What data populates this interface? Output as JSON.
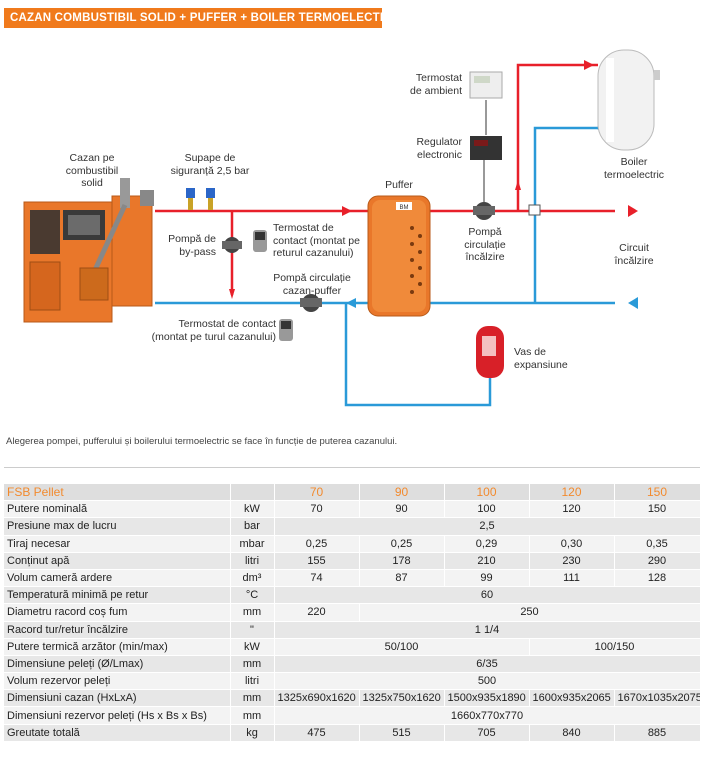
{
  "banner": "CAZAN COMBUSTIBIL SOLID + PUFFER + BOILER TERMOELECTRIC",
  "labels": {
    "cazan": "Cazan pe\ncombustibil\nsolid",
    "supape": "Supape de\nsiguranță 2,5 bar",
    "pompa_bypass": "Pompă de\nby-pass",
    "termostat_retur": "Termostat de\ncontact (montat pe\nreturul cazanului)",
    "pompa_puffer": "Pompă circulație\ncazan-puffer",
    "termostat_tur": "Termostat de contact\n(montat pe turul cazanului)",
    "puffer": "Puffer",
    "termostat_ambient": "Termostat\nde ambient",
    "regulator": "Regulator\nelectronic",
    "pompa_incalzire": "Pompă\ncirculație\nîncălzire",
    "boiler": "Boiler\ntermoelectric",
    "circuit": "Circuit\nîncălzire",
    "vas": "Vas de\nexpansiune",
    "puffer_logo": "BM"
  },
  "note": "Alegerea pompei, pufferului și boilerului termoelectric se face în funcție de puterea cazanului.",
  "colors": {
    "orange": "#f07a1c",
    "red": "#e8202a",
    "blue": "#2a9ad8"
  },
  "table": {
    "header": {
      "name": "FSB Pellet",
      "cols": [
        "70",
        "90",
        "100",
        "120",
        "150"
      ]
    },
    "rows": [
      {
        "name": "Putere nominală",
        "unit": "kW",
        "cells": [
          {
            "v": "70",
            "s": 1
          },
          {
            "v": "90",
            "s": 1
          },
          {
            "v": "100",
            "s": 1
          },
          {
            "v": "120",
            "s": 1
          },
          {
            "v": "150",
            "s": 1
          }
        ]
      },
      {
        "name": "Presiune max de lucru",
        "unit": "bar",
        "cells": [
          {
            "v": "2,5",
            "s": 5
          }
        ]
      },
      {
        "name": "Tiraj necesar",
        "unit": "mbar",
        "cells": [
          {
            "v": "0,25",
            "s": 1
          },
          {
            "v": "0,25",
            "s": 1
          },
          {
            "v": "0,29",
            "s": 1
          },
          {
            "v": "0,30",
            "s": 1
          },
          {
            "v": "0,35",
            "s": 1
          }
        ]
      },
      {
        "name": "Conținut apă",
        "unit": "litri",
        "cells": [
          {
            "v": "155",
            "s": 1
          },
          {
            "v": "178",
            "s": 1
          },
          {
            "v": "210",
            "s": 1
          },
          {
            "v": "230",
            "s": 1
          },
          {
            "v": "290",
            "s": 1
          }
        ]
      },
      {
        "name": "Volum cameră ardere",
        "unit": "dm³",
        "cells": [
          {
            "v": "74",
            "s": 1
          },
          {
            "v": "87",
            "s": 1
          },
          {
            "v": "99",
            "s": 1
          },
          {
            "v": "111",
            "s": 1
          },
          {
            "v": "128",
            "s": 1
          }
        ]
      },
      {
        "name": "Temperatură minimă pe retur",
        "unit": "°C",
        "cells": [
          {
            "v": "60",
            "s": 5
          }
        ]
      },
      {
        "name": "Diametru racord coș fum",
        "unit": "mm",
        "cells": [
          {
            "v": "220",
            "s": 1
          },
          {
            "v": "250",
            "s": 4
          }
        ]
      },
      {
        "name": "Racord tur/retur încălzire",
        "unit": "\"",
        "cells": [
          {
            "v": "1 1/4",
            "s": 5
          }
        ]
      },
      {
        "name": "Putere termică arzător (min/max)",
        "unit": "kW",
        "cells": [
          {
            "v": "50/100",
            "s": 3
          },
          {
            "v": "100/150",
            "s": 2
          }
        ]
      },
      {
        "name": "Dimensiune peleți (Ø/Lmax)",
        "unit": "mm",
        "cells": [
          {
            "v": "6/35",
            "s": 5
          }
        ]
      },
      {
        "name": "Volum rezervor peleți",
        "unit": "litri",
        "cells": [
          {
            "v": "500",
            "s": 5
          }
        ]
      },
      {
        "name": "Dimensiuni cazan (HxLxA)",
        "unit": "mm",
        "cells": [
          {
            "v": "1325x690x1620",
            "s": 1
          },
          {
            "v": "1325x750x1620",
            "s": 1
          },
          {
            "v": "1500x935x1890",
            "s": 1
          },
          {
            "v": "1600x935x2065",
            "s": 1
          },
          {
            "v": "1670x1035x2075",
            "s": 1
          }
        ]
      },
      {
        "name": "Dimensiuni rezervor peleți (Hs x Bs x Bs)",
        "unit": "mm",
        "cells": [
          {
            "v": "1660x770x770",
            "s": 5
          }
        ]
      },
      {
        "name": "Greutate totală",
        "unit": "kg",
        "cells": [
          {
            "v": "475",
            "s": 1
          },
          {
            "v": "515",
            "s": 1
          },
          {
            "v": "705",
            "s": 1
          },
          {
            "v": "840",
            "s": 1
          },
          {
            "v": "885",
            "s": 1
          }
        ]
      }
    ]
  }
}
